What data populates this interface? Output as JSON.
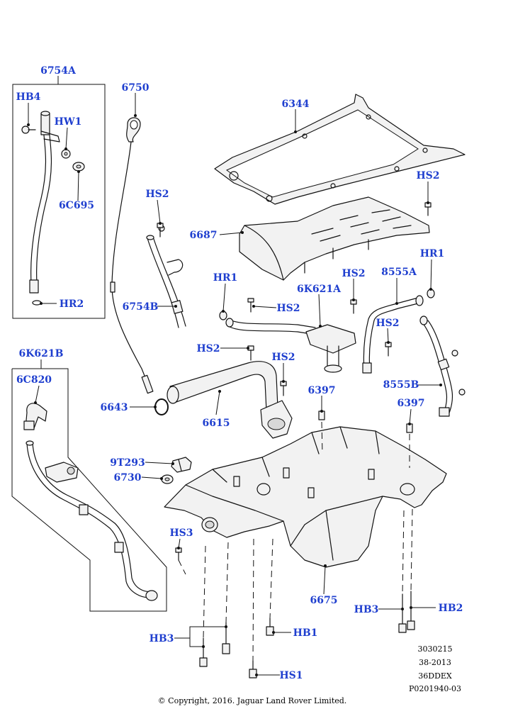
{
  "callouts": {
    "c6754A": "6754A",
    "cHB4": "HB4",
    "cHW1": "HW1",
    "c6C695": "6C695",
    "cHR2": "HR2",
    "c6750": "6750",
    "c6344": "6344",
    "cHS2a": "HS2",
    "cHS2b": "HS2",
    "c6687": "6687",
    "c6754B": "6754B",
    "cHR1a": "HR1",
    "cHR1b": "HR1",
    "cHS2c": "HS2",
    "c6K621A": "6K621A",
    "cHS2d": "HS2",
    "c8555A": "8555A",
    "cHS2e": "HS2",
    "cHS2f": "HS2",
    "cHS2g": "HS2",
    "c6K621B": "6K621B",
    "c6C820": "6C820",
    "c6397a": "6397",
    "c6397b": "6397",
    "c8555B": "8555B",
    "c6643": "6643",
    "c6615": "6615",
    "c9T293": "9T293",
    "c6730": "6730",
    "cHS3": "HS3",
    "c6675": "6675",
    "cHB3a": "HB3",
    "cHB2": "HB2",
    "cHB3b": "HB3",
    "cHB1": "HB1",
    "cHS1": "HS1"
  },
  "meta": {
    "line1": "3030215",
    "line2": "38-2013",
    "line3": "36DDEX",
    "line4": "P0201940-03"
  },
  "copyright": "© Copyright, 2016. Jaguar Land Rover Limited."
}
